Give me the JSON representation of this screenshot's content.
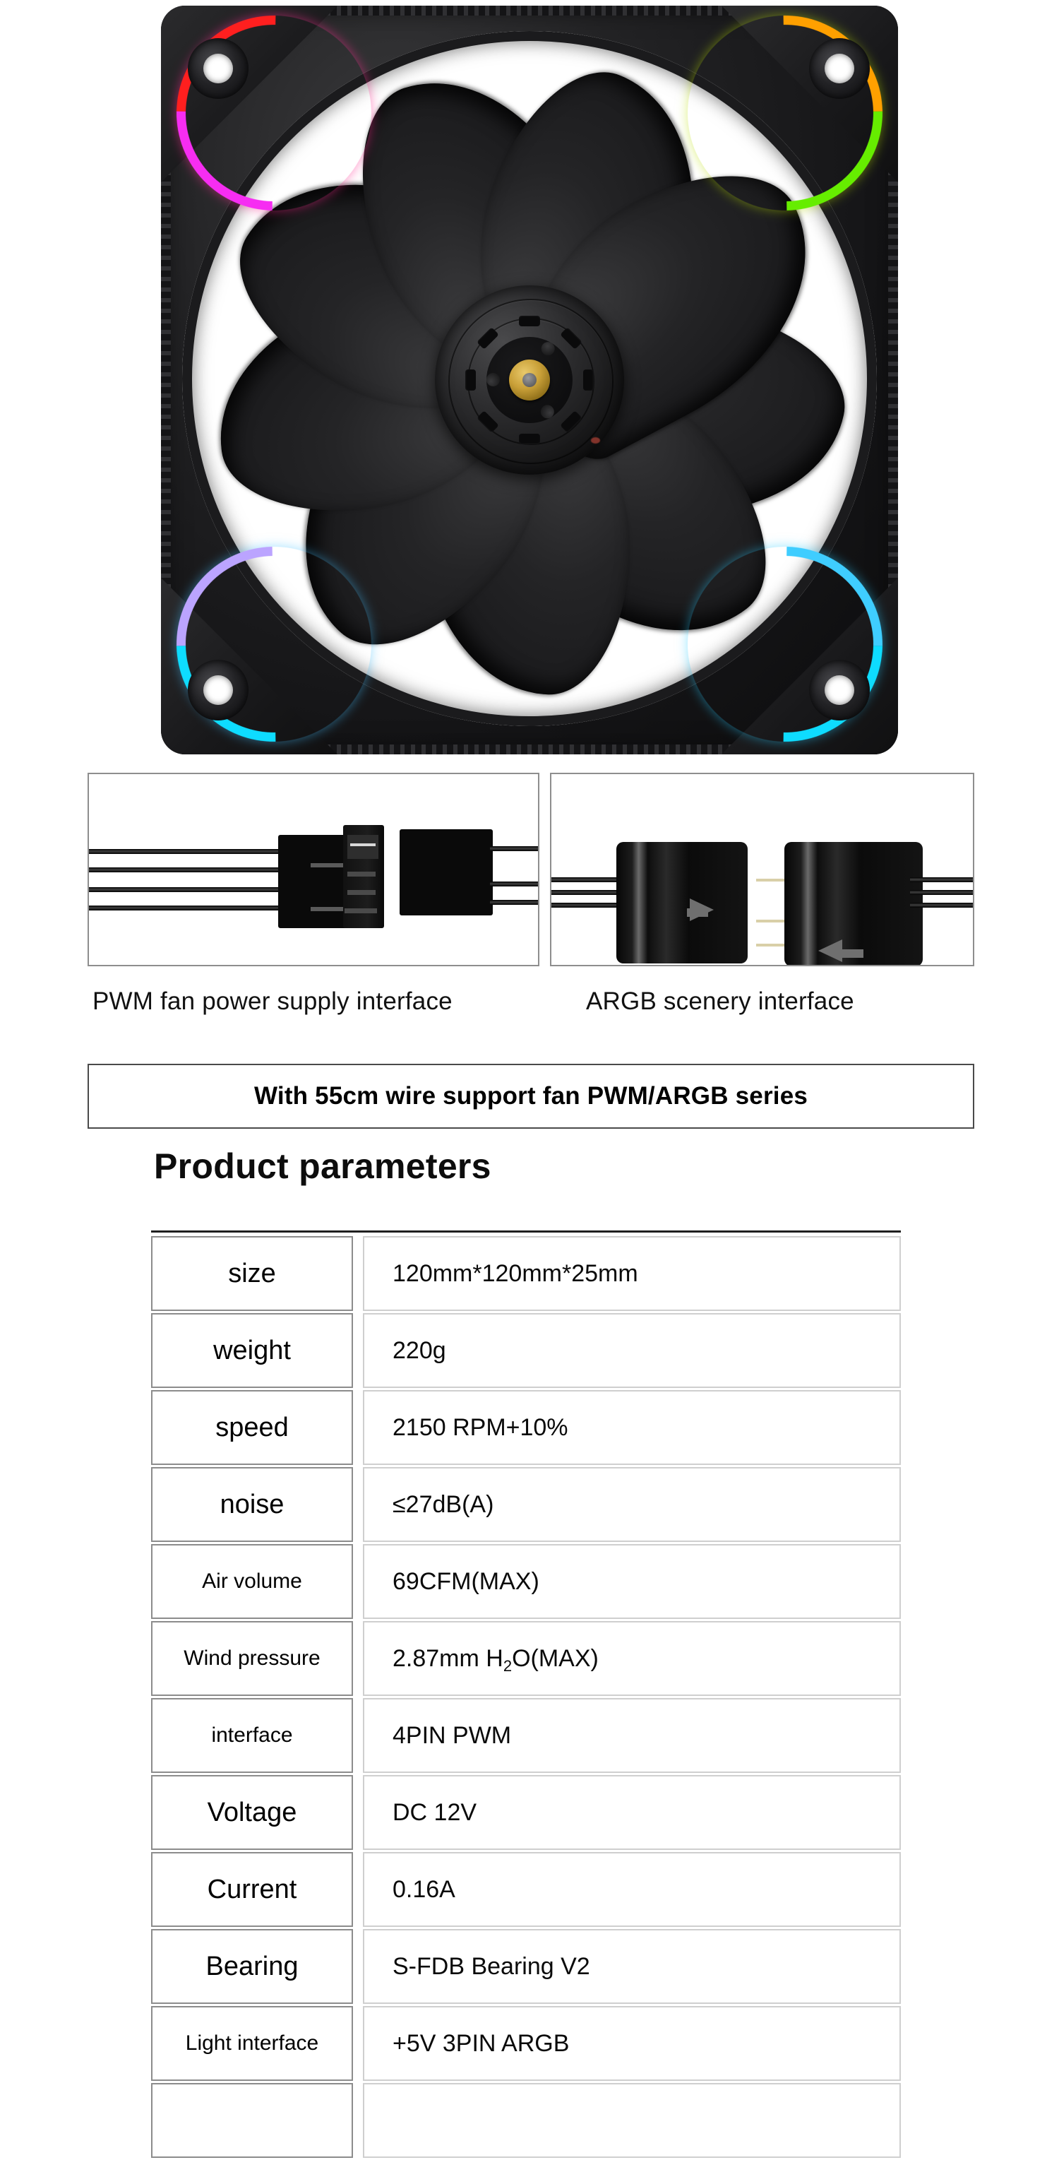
{
  "product_photo": {
    "alt": "120mm ARGB PWM case fan, front view",
    "led_colors": {
      "top_left": [
        "#ff2a2a",
        "#d938d6"
      ],
      "top_right": [
        "#ffa211",
        "#78e421"
      ],
      "bottom_left": [
        "#b9a6ef",
        "#2fd4f5"
      ],
      "bottom_right": [
        "#56c8f2",
        "#2fd4f5"
      ]
    },
    "hub_color": "#1a1a1c",
    "body_color": "#18181a",
    "brass_nut_color": "#c9a038"
  },
  "connectors": [
    {
      "id": "pwm",
      "caption": "PWM fan power supply interface",
      "wire_count": 4
    },
    {
      "id": "argb",
      "caption": "ARGB scenery interface",
      "wire_count": 3
    }
  ],
  "banner": {
    "text": "With 55cm wire support fan PWM/ARGB series"
  },
  "parameters": {
    "title": "Product parameters",
    "rows": [
      {
        "key": "size",
        "value": "120mm*120mm*25mm"
      },
      {
        "key": "weight",
        "value": "220g"
      },
      {
        "key": "speed",
        "value": "2150 RPM+10%"
      },
      {
        "key": "noise",
        "value": "≤27dB(A)"
      },
      {
        "key": "Air volume",
        "value": "69CFM(MAX)"
      },
      {
        "key": "Wind pressure",
        "value": "2.87mm H2O(MAX)",
        "value_html": "2.87mm H<sub>2</sub>O(MAX)"
      },
      {
        "key": "interface",
        "value": "4PIN PWM"
      },
      {
        "key": "Voltage",
        "value": "DC 12V"
      },
      {
        "key": "Current",
        "value": "0.16A"
      },
      {
        "key": "Bearing",
        "value": "S-FDB Bearing V2"
      },
      {
        "key": "Light interface",
        "value": "+5V 3PIN ARGB"
      }
    ]
  }
}
